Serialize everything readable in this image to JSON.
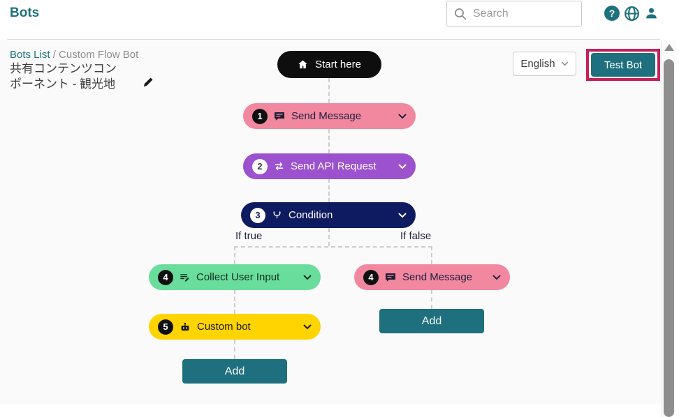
{
  "app": {
    "title": "Bots"
  },
  "header": {
    "search": {
      "placeholder": "Search",
      "value": ""
    },
    "help_label": "?",
    "icons": {
      "help": "question-mark-circle",
      "language": "globe",
      "account": "person"
    }
  },
  "panel": {
    "breadcrumb": {
      "root": "Bots List",
      "separator": "/",
      "current": "Custom Flow Bot"
    },
    "bot_title": {
      "line1": "共有コンテンツコン",
      "line2": "ポーネント - 観光地"
    },
    "language_selector": {
      "value": "English"
    },
    "test_bot_button": {
      "label": "Test Bot",
      "highlight_color": "#C42059"
    }
  },
  "flow": {
    "start": {
      "label": "Start here",
      "color": "#0E0E0E"
    },
    "branch": {
      "true_label": "If true",
      "false_label": "If false"
    },
    "add_label": "Add",
    "nodes": [
      {
        "num": "1",
        "label": "Send Message",
        "type": "send-message",
        "color": "#F287A0",
        "badge": "dark"
      },
      {
        "num": "2",
        "label": "Send API Request",
        "type": "send-api-request",
        "color": "#9C51CE",
        "badge": "light"
      },
      {
        "num": "3",
        "label": "Condition",
        "type": "condition",
        "color": "#0F1B60",
        "badge": "light"
      },
      {
        "num": "4",
        "label": "Collect User Input",
        "type": "collect-user-input",
        "color": "#69DD9C",
        "badge": "dark",
        "branch": "true"
      },
      {
        "num": "5",
        "label": "Custom bot",
        "type": "custom-bot",
        "color": "#FFD400",
        "badge": "dark",
        "branch": "true"
      },
      {
        "num": "4",
        "label": "Send Message",
        "type": "send-message",
        "color": "#F287A0",
        "badge": "dark",
        "branch": "false"
      }
    ]
  },
  "colors": {
    "brand_teal": "#1E707E",
    "panel_bg": "#FAFAFA",
    "connector": "#CDCDCD",
    "scroll_thumb": "#8F8F8F"
  }
}
